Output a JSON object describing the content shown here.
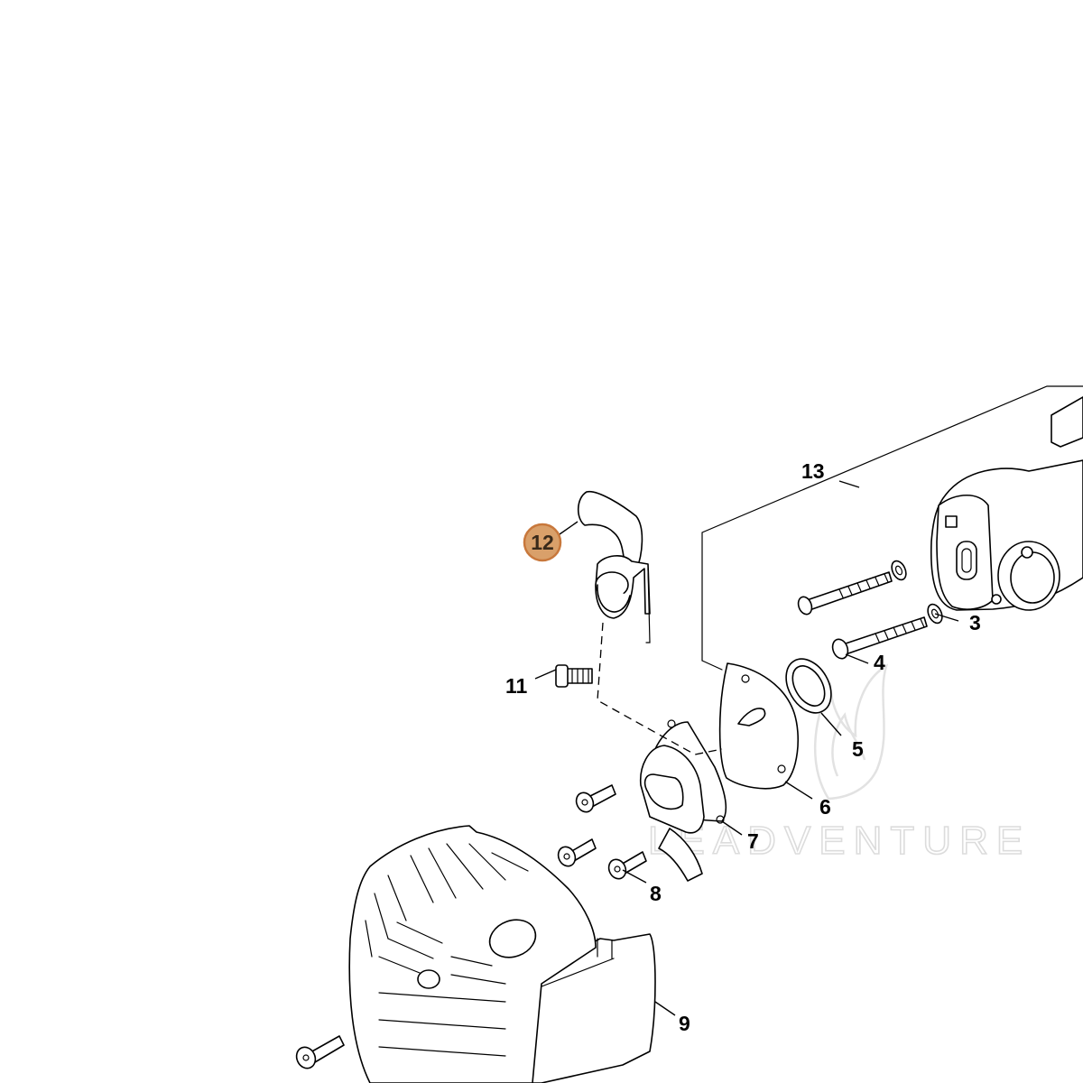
{
  "diagram": {
    "highlighted_part": "12",
    "highlight_color": "#d9a06a",
    "highlight_border": "#c8783c",
    "watermark": "LEADVENTURE",
    "callouts": [
      "3",
      "4",
      "5",
      "6",
      "7",
      "8",
      "9",
      "11",
      "12",
      "13"
    ]
  }
}
